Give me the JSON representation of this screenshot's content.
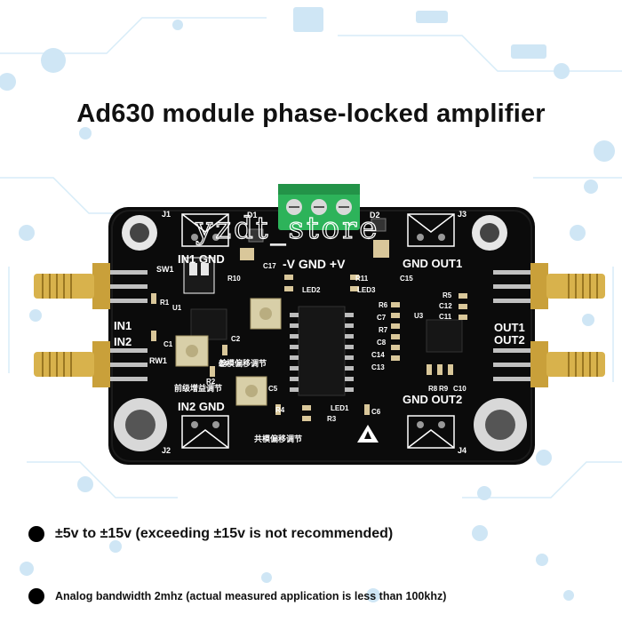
{
  "headline": "Ad630 module phase-locked amplifier",
  "watermark": "yzdt_store",
  "board": {
    "labels": {
      "j1": "J1",
      "j2": "J2",
      "j3": "J3",
      "j4": "J4",
      "in1_gnd": "IN1 GND",
      "in2_gnd": "IN2 GND",
      "gnd_out1": "GND OUT1",
      "gnd_out2": "GND OUT2",
      "power": "-V GND +V",
      "in1": "IN1",
      "in2": "IN2",
      "out1": "OUT1",
      "out2": "OUT2",
      "sw1": "SW1",
      "rw1": "RW1",
      "d1": "D1",
      "d2": "D2",
      "r1": "R1",
      "r2": "R2",
      "r3": "R3",
      "r4": "R4",
      "r5": "R5",
      "r6": "R6",
      "r7": "R7",
      "r8": "R8",
      "r9": "R9",
      "r10": "R10",
      "r11": "R11",
      "c1": "C1",
      "c2": "C2",
      "c4": "C4",
      "c5": "C5",
      "c6": "C6",
      "c7": "C7",
      "c8": "C8",
      "c10": "C10",
      "c11": "C11",
      "c12": "C12",
      "c13": "C13",
      "c14": "C14",
      "c15": "C15",
      "c17": "C17",
      "u1": "U1",
      "u3": "U3",
      "led1": "LED1",
      "led2": "LED2",
      "led3": "LED3",
      "diff_offset": "差模偏移调节",
      "pre_gain": "前级增益调节",
      "common_offset": "共模偏移调节"
    }
  },
  "bullets": [
    {
      "text": "±5v to ±15v (exceeding ±15v is not recommended)"
    },
    {
      "text": "Analog bandwidth 2mhz (actual measured application is less than 100khz)"
    }
  ],
  "colors": {
    "board": "#0b0b0b",
    "terminal": "#2db35a",
    "gold": "#c9a03a",
    "pot": "#d8cfa8",
    "silk": "#ffffff"
  }
}
